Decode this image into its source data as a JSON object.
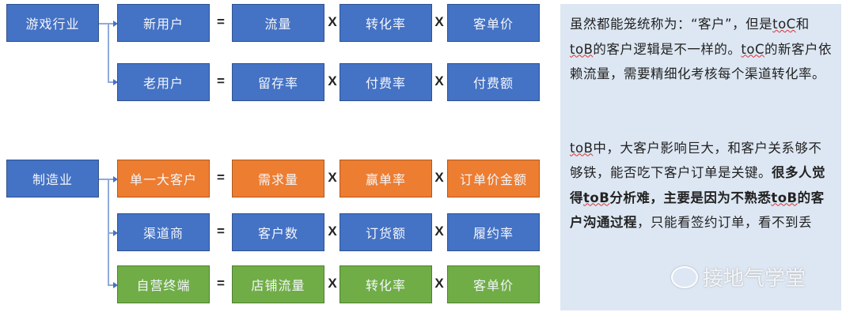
{
  "colors": {
    "blue": "#4472c4",
    "orange": "#ed7d31",
    "green": "#70ad47",
    "panel": "#dde7f3"
  },
  "groups": [
    {
      "root": "游戏行业",
      "rows": [
        {
          "name": "新用户",
          "op1": "=",
          "f1": "流量",
          "op2": "X",
          "f2": "转化率",
          "op3": "X",
          "f3": "客单价",
          "color": "blue"
        },
        {
          "name": "老用户",
          "op1": "=",
          "f1": "留存率",
          "op2": "X",
          "f2": "付费率",
          "op3": "X",
          "f3": "付费额",
          "color": "blue"
        }
      ]
    },
    {
      "root": "制造业",
      "rows": [
        {
          "name": "单一大客户",
          "op1": "=",
          "f1": "需求量",
          "op2": "X",
          "f2": "赢单率",
          "op3": "X",
          "f3": "订单价金额",
          "color": "orange"
        },
        {
          "name": "渠道商",
          "op1": "=",
          "f1": "客户数",
          "op2": "X",
          "f2": "订货额",
          "op3": "X",
          "f3": "履约率",
          "color": "blue"
        },
        {
          "name": "自营终端",
          "op1": "=",
          "f1": "店铺流量",
          "op2": "X",
          "f2": "转化率",
          "op3": "X",
          "f3": "客单价",
          "color": "green"
        }
      ]
    }
  ],
  "panel": {
    "p1_a": "虽然都能笼统称为：“客户”，但是",
    "p1_toC": "toC",
    "p1_b": "和",
    "p1_toB": "toB",
    "p1_c": "的客户逻辑是不一样的。",
    "p1_toC2": "toC",
    "p1_d": "的新客户依赖流量，需要精细化考核每个渠道转化率。",
    "p2_toB": "toB",
    "p2_a": "中，大客户影响巨大，和客户关系够不够铁，能否吃下客户订单是关键。",
    "p2_bold1": "很多人觉得",
    "p2_toB2": "toB",
    "p2_bold2": "分析难，主要是因为不熟悉",
    "p2_toB3": "toB",
    "p2_bold3": "的客户沟通过程",
    "p2_b": "，只能看签约订单，看不到丢"
  },
  "watermark": {
    "text": "接地气学堂",
    "icon": "wechat-icon"
  }
}
